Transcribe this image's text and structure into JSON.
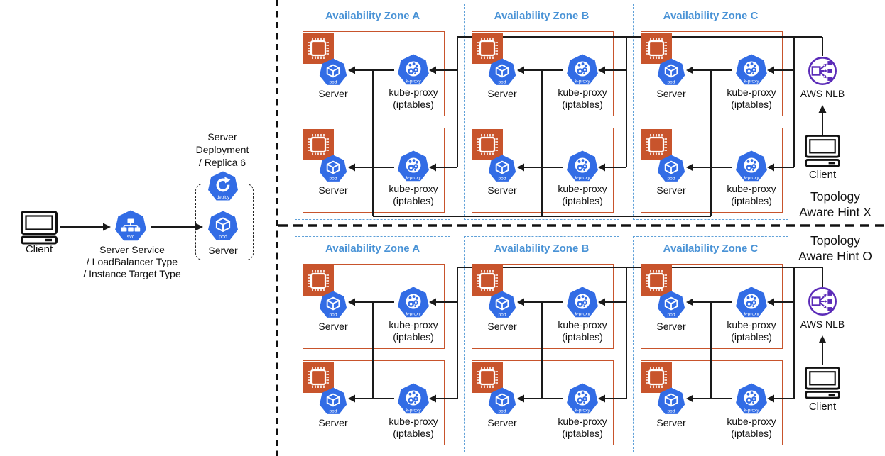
{
  "left_flow": {
    "client_label": "Client",
    "service_lines": [
      "Server Service",
      "/ LoadBalancer Type",
      "/ Instance Target Type"
    ],
    "deployment_lines": [
      "Server",
      "Deployment",
      "/ Replica 6"
    ],
    "deployment_pod_label": "Server"
  },
  "icons": {
    "pod_text": "pod",
    "svc_text": "svc",
    "deploy_text": "deploy",
    "kproxy_text": "k-proxy"
  },
  "sections": [
    {
      "hint_line1": "Topology",
      "hint_line2": "Aware Hint X",
      "nlb_label": "AWS NLB",
      "client_label": "Client",
      "zones": [
        {
          "title": "Availability Zone A",
          "nodes": [
            {
              "pod_label": "Server",
              "proxy_line1": "kube-proxy",
              "proxy_line2": "(iptables)"
            },
            {
              "pod_label": "Server",
              "proxy_line1": "kube-proxy",
              "proxy_line2": "(iptables)"
            }
          ]
        },
        {
          "title": "Availability Zone B",
          "nodes": [
            {
              "pod_label": "Server",
              "proxy_line1": "kube-proxy",
              "proxy_line2": "(iptables)"
            },
            {
              "pod_label": "Server",
              "proxy_line1": "kube-proxy",
              "proxy_line2": "(iptables)"
            }
          ]
        },
        {
          "title": "Availability Zone C",
          "nodes": [
            {
              "pod_label": "Server",
              "proxy_line1": "kube-proxy",
              "proxy_line2": "(iptables)"
            },
            {
              "pod_label": "Server",
              "proxy_line1": "kube-proxy",
              "proxy_line2": "(iptables)"
            }
          ]
        }
      ]
    },
    {
      "hint_line1": "Topology",
      "hint_line2": "Aware Hint O",
      "nlb_label": "AWS NLB",
      "client_label": "Client",
      "zones": [
        {
          "title": "Availability Zone A",
          "nodes": [
            {
              "pod_label": "Server",
              "proxy_line1": "kube-proxy",
              "proxy_line2": "(iptables)"
            },
            {
              "pod_label": "Server",
              "proxy_line1": "kube-proxy",
              "proxy_line2": "(iptables)"
            }
          ]
        },
        {
          "title": "Availability Zone B",
          "nodes": [
            {
              "pod_label": "Server",
              "proxy_line1": "kube-proxy",
              "proxy_line2": "(iptables)"
            },
            {
              "pod_label": "Server",
              "proxy_line1": "kube-proxy",
              "proxy_line2": "(iptables)"
            }
          ]
        },
        {
          "title": "Availability Zone C",
          "nodes": [
            {
              "pod_label": "Server",
              "proxy_line1": "kube-proxy",
              "proxy_line2": "(iptables)"
            },
            {
              "pod_label": "Server",
              "proxy_line1": "kube-proxy",
              "proxy_line2": "(iptables)"
            }
          ]
        }
      ]
    }
  ],
  "colors": {
    "kubernetes_blue": "#326CE5",
    "node_orange": "#C8542C",
    "zone_border_blue": "#5FA0D8",
    "zone_title_blue": "#4A93D6",
    "aws_nlb_purple": "#5B2BB8",
    "line_black": "#1A1A1A"
  }
}
